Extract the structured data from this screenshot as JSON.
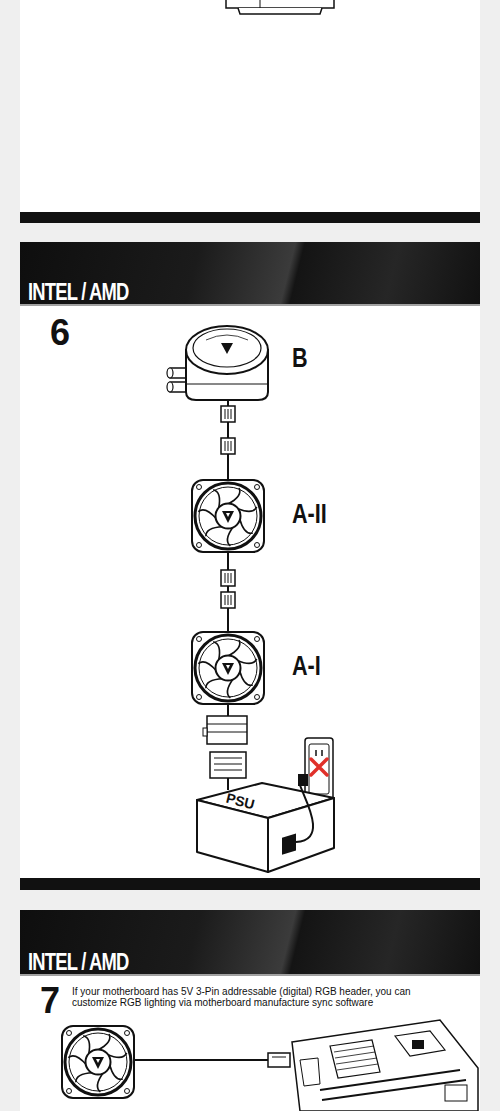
{
  "diagram": {
    "nodes": [
      {
        "text": [
          "INTEL / AMD"
        ]
      },
      {
        "text": [
          "PSU"
        ]
      },
      {
        "text": [
          "INTEL / AMD"
        ]
      }
    ],
    "labels": [
      "6",
      "B",
      "A-II",
      "A-I",
      "7",
      "If your motherboard has 5V 3-Pin addressable (digital) RGB header, you can customize RGB lighting via motherboard manufacture sync software"
    ]
  }
}
